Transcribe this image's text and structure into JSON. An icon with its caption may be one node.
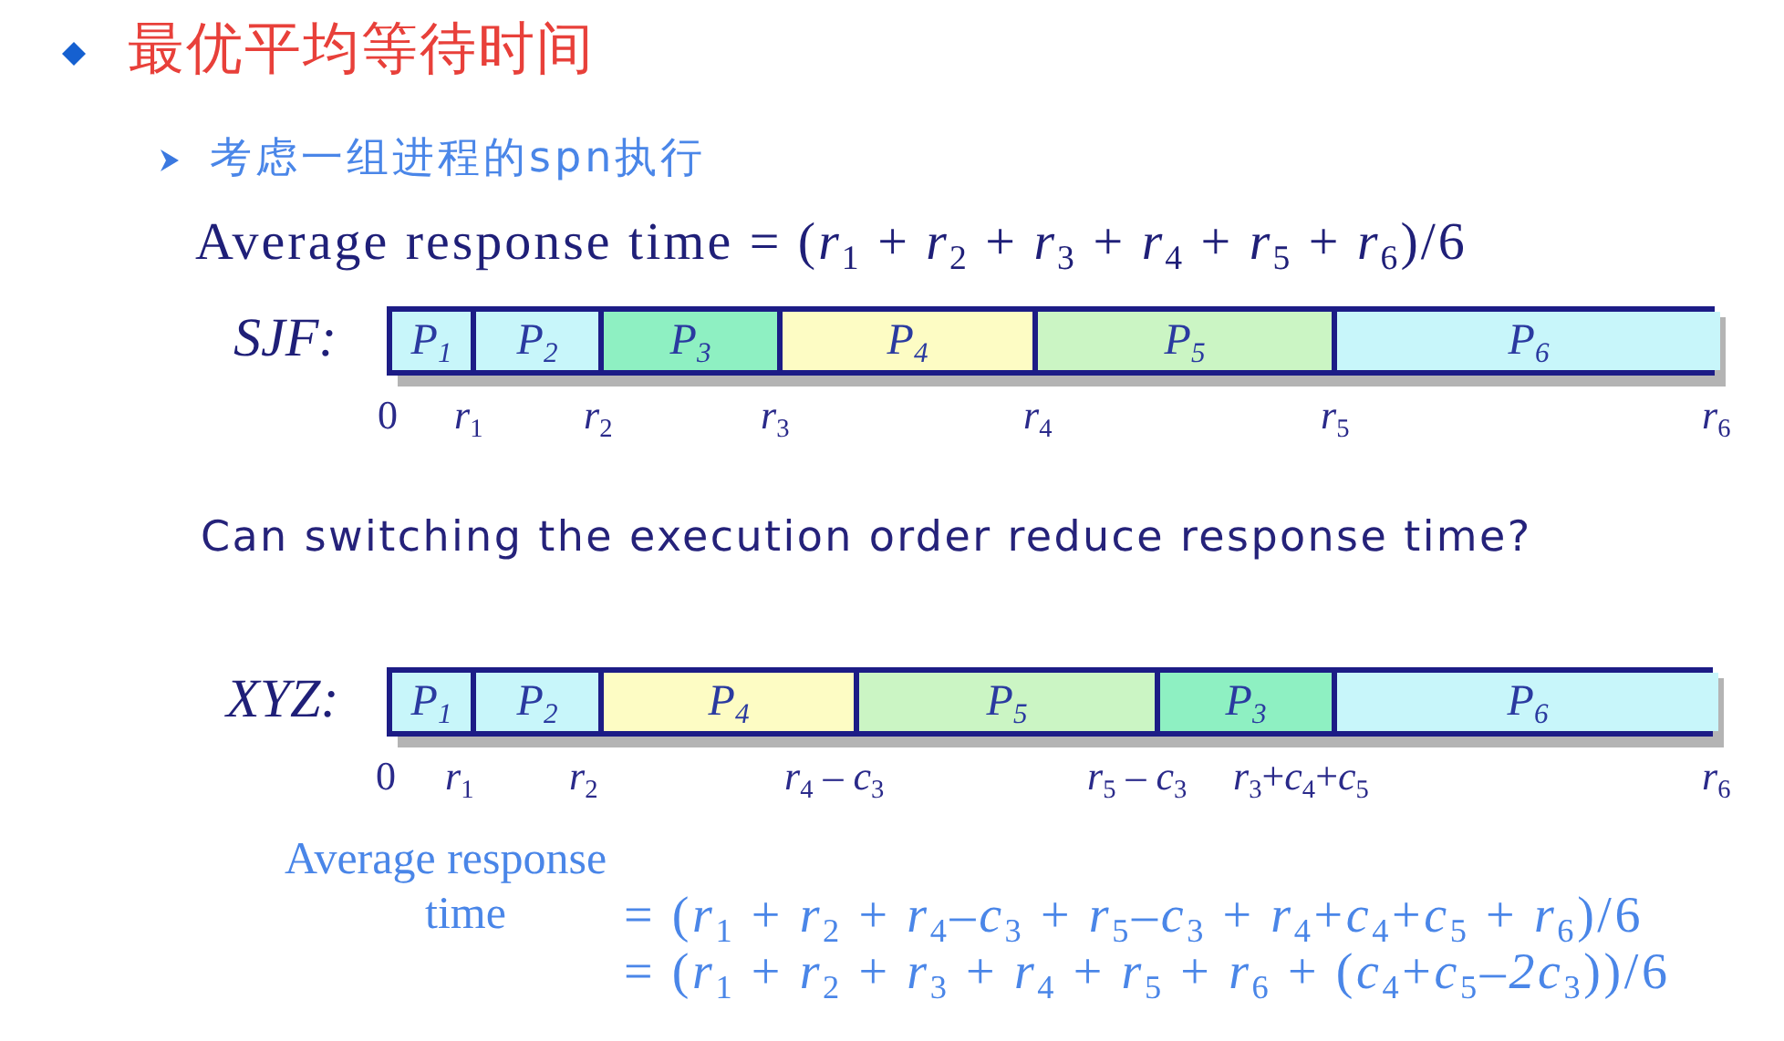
{
  "diagram": {
    "title": "最优平均等待时间",
    "nodes": [
      {
        "text": [],
        "shape": "bar",
        "beside": [
          "SJF:"
        ]
      },
      {
        "text": [
          "P$_{1}$"
        ],
        "in": 0
      },
      {
        "text": [
          "P$_{2}$"
        ],
        "in": 0
      },
      {
        "text": [
          "P$_{3}$"
        ],
        "in": 0
      },
      {
        "text": [
          "P$_{4}$"
        ],
        "in": 0
      },
      {
        "text": [
          "P$_{5}$"
        ],
        "in": 0
      },
      {
        "text": [
          "P$_{6}$"
        ],
        "in": 0
      },
      {
        "text": [],
        "shape": "bar",
        "beside": [
          "XYZ:"
        ]
      },
      {
        "text": [
          "P$_{1}$"
        ],
        "in": 7
      },
      {
        "text": [
          "P$_{2}$"
        ],
        "in": 7
      },
      {
        "text": [
          "P$_{4}$"
        ],
        "in": 7
      },
      {
        "text": [
          "P$_{5}$"
        ],
        "in": 7
      },
      {
        "text": [
          "P$_{3}$"
        ],
        "in": 7
      },
      {
        "text": [
          "P$_{6}$"
        ],
        "in": 7
      }
    ],
    "labels": [
      "考虑一组进程的spn执行",
      "Average response time = (*r*$_{1}$ + *r*$_{2}$ + *r*$_{3}$ + *r*$_{4}$ + *r*$_{5}$ + *r*$_{6}$)/6",
      "0",
      "*r*$_{1}$",
      "*r*$_{2}$",
      "*r*$_{3}$",
      "*r*$_{4}$",
      "*r*$_{5}$",
      "*r*$_{6}$",
      "Can switching the execution order reduce response time?",
      "0",
      "*r*$_{1}$",
      "*r*$_{2}$",
      "*r*$_{4}$ – *c*$_{3}$",
      "*r*$_{5}$ – *c*$_{3}$",
      "*r*$_{3}$+*c*$_{4}$+*c*$_{5}$",
      "*r*$_{6}$",
      "Average response time",
      "= (*r*$_{1}$ + *r*$_{2}$ + *r*$_{4}$–*c*$_{3}$ + *r*$_{5}$–*c*$_{3}$ + *r*$_{4}$+*c*$_{4}$+*c*$_{5}$ + *r*$_{6}$)/6",
      "= (*r*$_{1}$ + *r*$_{2}$ + *r*$_{3}$ + *r*$_{4}$ + *r*$_{5}$ + *r*$_{6}$ + (*c*$_{4}$+*c*$_{5}$–*2c*$_{3}$))/6"
    ]
  }
}
